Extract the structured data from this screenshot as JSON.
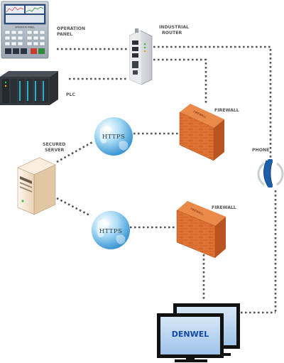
{
  "labels": {
    "operation_panel_line1": "OPERATION",
    "operation_panel_line2": "PANEL",
    "router_line1": "INDUSTRIAL",
    "router_line2": "ROUTER",
    "plc": "PLC",
    "firewall_top": "FIREWALL",
    "firewall_bottom": "FIREWALL",
    "server_line1": "SECURED",
    "server_line2": "SERVER",
    "phone": "PHONE"
  },
  "https_top": "HTTPS",
  "https_bottom": "HTTPS",
  "monitor_brand": "DENWEL",
  "panel_caption": "OPERATOR PANEL",
  "firewall_sign_top": "FIREWALL",
  "firewall_sign_bottom": "FIREWALL",
  "colors": {
    "link": "#555555",
    "brick": "#d8662c",
    "globe": "#6bb8e6",
    "monitor_screen": "#b9d5f2",
    "phone": "#1d5fa8"
  }
}
